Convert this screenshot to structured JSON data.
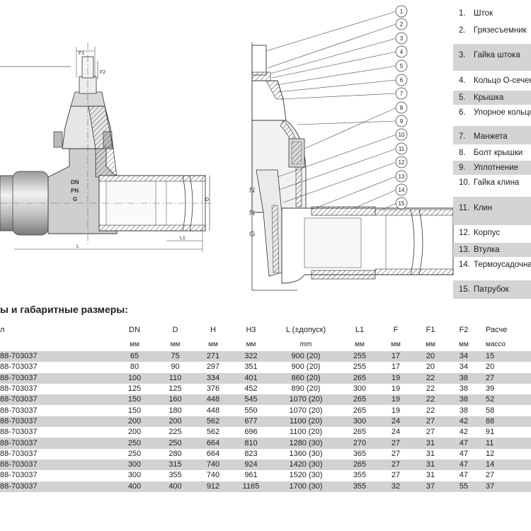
{
  "drawing_labels": {
    "F1": "F1",
    "F2": "F2",
    "DN": "DN",
    "PN": "PN",
    "G": "G",
    "D": "D",
    "L": "L",
    "L1": "L1",
    "callouts": [
      "1",
      "2",
      "3",
      "4",
      "5",
      "6",
      "7",
      "8",
      "9",
      "10",
      "11",
      "12",
      "13",
      "14",
      "15"
    ]
  },
  "parts": [
    {
      "num": "1.",
      "name": "Шток"
    },
    {
      "num": "2.",
      "name": "Грязесъемник"
    },
    {
      "num": "3.",
      "name": "Гайка штока"
    },
    {
      "num": "4.",
      "name": "Кольцо О-сечения"
    },
    {
      "num": "5.",
      "name": "Крышка"
    },
    {
      "num": "6.",
      "name": "Упорное кольцо"
    },
    {
      "num": "7.",
      "name": "Манжета"
    },
    {
      "num": "8.",
      "name": "Болт крышки"
    },
    {
      "num": "9.",
      "name": "Уплотнение"
    },
    {
      "num": "10.",
      "name": "Гайка клина"
    },
    {
      "num": "11.",
      "name": "Клин"
    },
    {
      "num": "12.",
      "name": "Корпус"
    },
    {
      "num": "13.",
      "name": "Втулка"
    },
    {
      "num": "14.",
      "name": "Термоусадочная"
    },
    {
      "num": "15.",
      "name": "Патрубок"
    }
  ],
  "table": {
    "title": "ы и габаритные размеры:",
    "headers": [
      "л",
      "DN",
      "D",
      "H",
      "H3",
      "L (±допуск)",
      "L1",
      "F",
      "F1",
      "F2",
      "Расче"
    ],
    "units": [
      "",
      "мм",
      "мм",
      "мм",
      "мм",
      "mm",
      "мм",
      "мм",
      "мм",
      "мм",
      "массо"
    ],
    "rows": [
      [
        "88-703037",
        "65",
        "75",
        "271",
        "322",
        "900 (20)",
        "255",
        "17",
        "20",
        "34",
        "15"
      ],
      [
        "88-703037",
        "80",
        "90",
        "297",
        "351",
        "900 (20)",
        "255",
        "17",
        "20",
        "34",
        "20"
      ],
      [
        "88-703037",
        "100",
        "110",
        "334",
        "401",
        "860 (20)",
        "265",
        "19",
        "22",
        "38",
        "27"
      ],
      [
        "88-703037",
        "125",
        "125",
        "376",
        "452",
        "890 (20)",
        "300",
        "19",
        "22",
        "38",
        "39"
      ],
      [
        "88-703037",
        "150",
        "160",
        "448",
        "545",
        "1070 (20)",
        "265",
        "19",
        "22",
        "38",
        "52"
      ],
      [
        "88-703037",
        "150",
        "180",
        "448",
        "550",
        "1070 (20)",
        "265",
        "19",
        "22",
        "38",
        "58"
      ],
      [
        "88-703037",
        "200",
        "200",
        "562",
        "677",
        "1100 (20)",
        "300",
        "24",
        "27",
        "42",
        "88"
      ],
      [
        "88-703037",
        "200",
        "225",
        "562",
        "696",
        "1100 (20)",
        "265",
        "24",
        "27",
        "42",
        "91"
      ],
      [
        "88-703037",
        "250",
        "250",
        "664",
        "810",
        "1280 (30)",
        "270",
        "27",
        "31",
        "47",
        "11"
      ],
      [
        "88-703037",
        "250",
        "280",
        "664",
        "823",
        "1360 (30)",
        "365",
        "27",
        "31",
        "47",
        "12"
      ],
      [
        "88-703037",
        "300",
        "315",
        "740",
        "924",
        "1420 (30)",
        "265",
        "27",
        "31",
        "47",
        "14"
      ],
      [
        "88-703037",
        "300",
        "355",
        "740",
        "961",
        "1520 (30)",
        "355",
        "27",
        "31",
        "47",
        "27"
      ],
      [
        "88-703037",
        "400",
        "400",
        "912",
        "1165",
        "1700 (30)",
        "355",
        "32",
        "37",
        "55",
        "37"
      ]
    ]
  }
}
